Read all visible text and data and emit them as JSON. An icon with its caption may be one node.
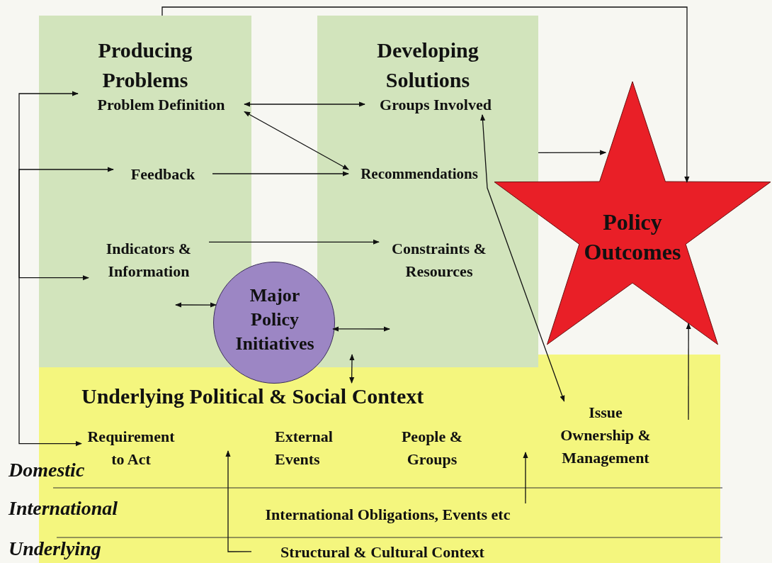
{
  "diagram": {
    "nodes": [
      {
        "text": [
          "Producing Problems"
        ]
      },
      {
        "text": [
          "Problem Definition"
        ],
        "in": 0
      },
      {
        "text": [
          "Feedback"
        ],
        "in": 0
      },
      {
        "text": [
          "Indicators & Information"
        ],
        "in": 0
      },
      {
        "text": [
          "Developing Solutions"
        ]
      },
      {
        "text": [
          "Groups Involved"
        ],
        "in": 4
      },
      {
        "text": [
          "Recommendations"
        ],
        "in": 4
      },
      {
        "text": [
          "Constraints & Resources"
        ],
        "in": 4
      },
      {
        "text": [
          "Major Policy Initiatives"
        ]
      },
      {
        "text": [
          "Policy Outcomes"
        ]
      },
      {
        "text": [
          "Underlying Political & Social Context"
        ]
      },
      {
        "text": [
          "Requirement to Act"
        ],
        "in": 10
      },
      {
        "text": [
          "External Events"
        ],
        "in": 10
      },
      {
        "text": [
          "People & Groups"
        ],
        "in": 10
      },
      {
        "text": [
          "Issue Ownership & Management"
        ],
        "in": 10
      },
      {
        "text": [
          "International Obligations, Events etc"
        ],
        "in": 10
      },
      {
        "text": [
          "Structural & Cultural Context"
        ],
        "in": 10
      }
    ],
    "edges": [
      {
        "from": 1,
        "to": 5,
        "arrow": "both"
      },
      {
        "from": 6,
        "to": 1,
        "arrow": "both"
      },
      {
        "from": 2,
        "to": 6,
        "arrow": "to"
      },
      {
        "from": 3,
        "to": 7,
        "arrow": "to"
      },
      {
        "from": null,
        "to": 1,
        "arrow": "to"
      },
      {
        "from": null,
        "to": 2,
        "arrow": "to"
      },
      {
        "from": null,
        "to": 3,
        "arrow": "to"
      },
      {
        "from": null,
        "to": 11,
        "arrow": "to"
      },
      {
        "from": 0,
        "to": 9,
        "arrow": "to"
      },
      {
        "from": 4,
        "to": 9,
        "arrow": "to"
      },
      {
        "from": 5,
        "to": 14,
        "arrow": "both"
      },
      {
        "from": null,
        "to": 9,
        "arrow": "to"
      },
      {
        "from": null,
        "to": 8,
        "arrow": "both"
      },
      {
        "from": 8,
        "to": null,
        "arrow": "both"
      },
      {
        "from": 8,
        "to": 10,
        "arrow": "both"
      },
      {
        "from": 16,
        "to": null,
        "arrow": "to"
      },
      {
        "from": 15,
        "to": null,
        "arrow": "to"
      }
    ],
    "labels": [
      "Domestic",
      "International",
      "Underlying"
    ]
  }
}
